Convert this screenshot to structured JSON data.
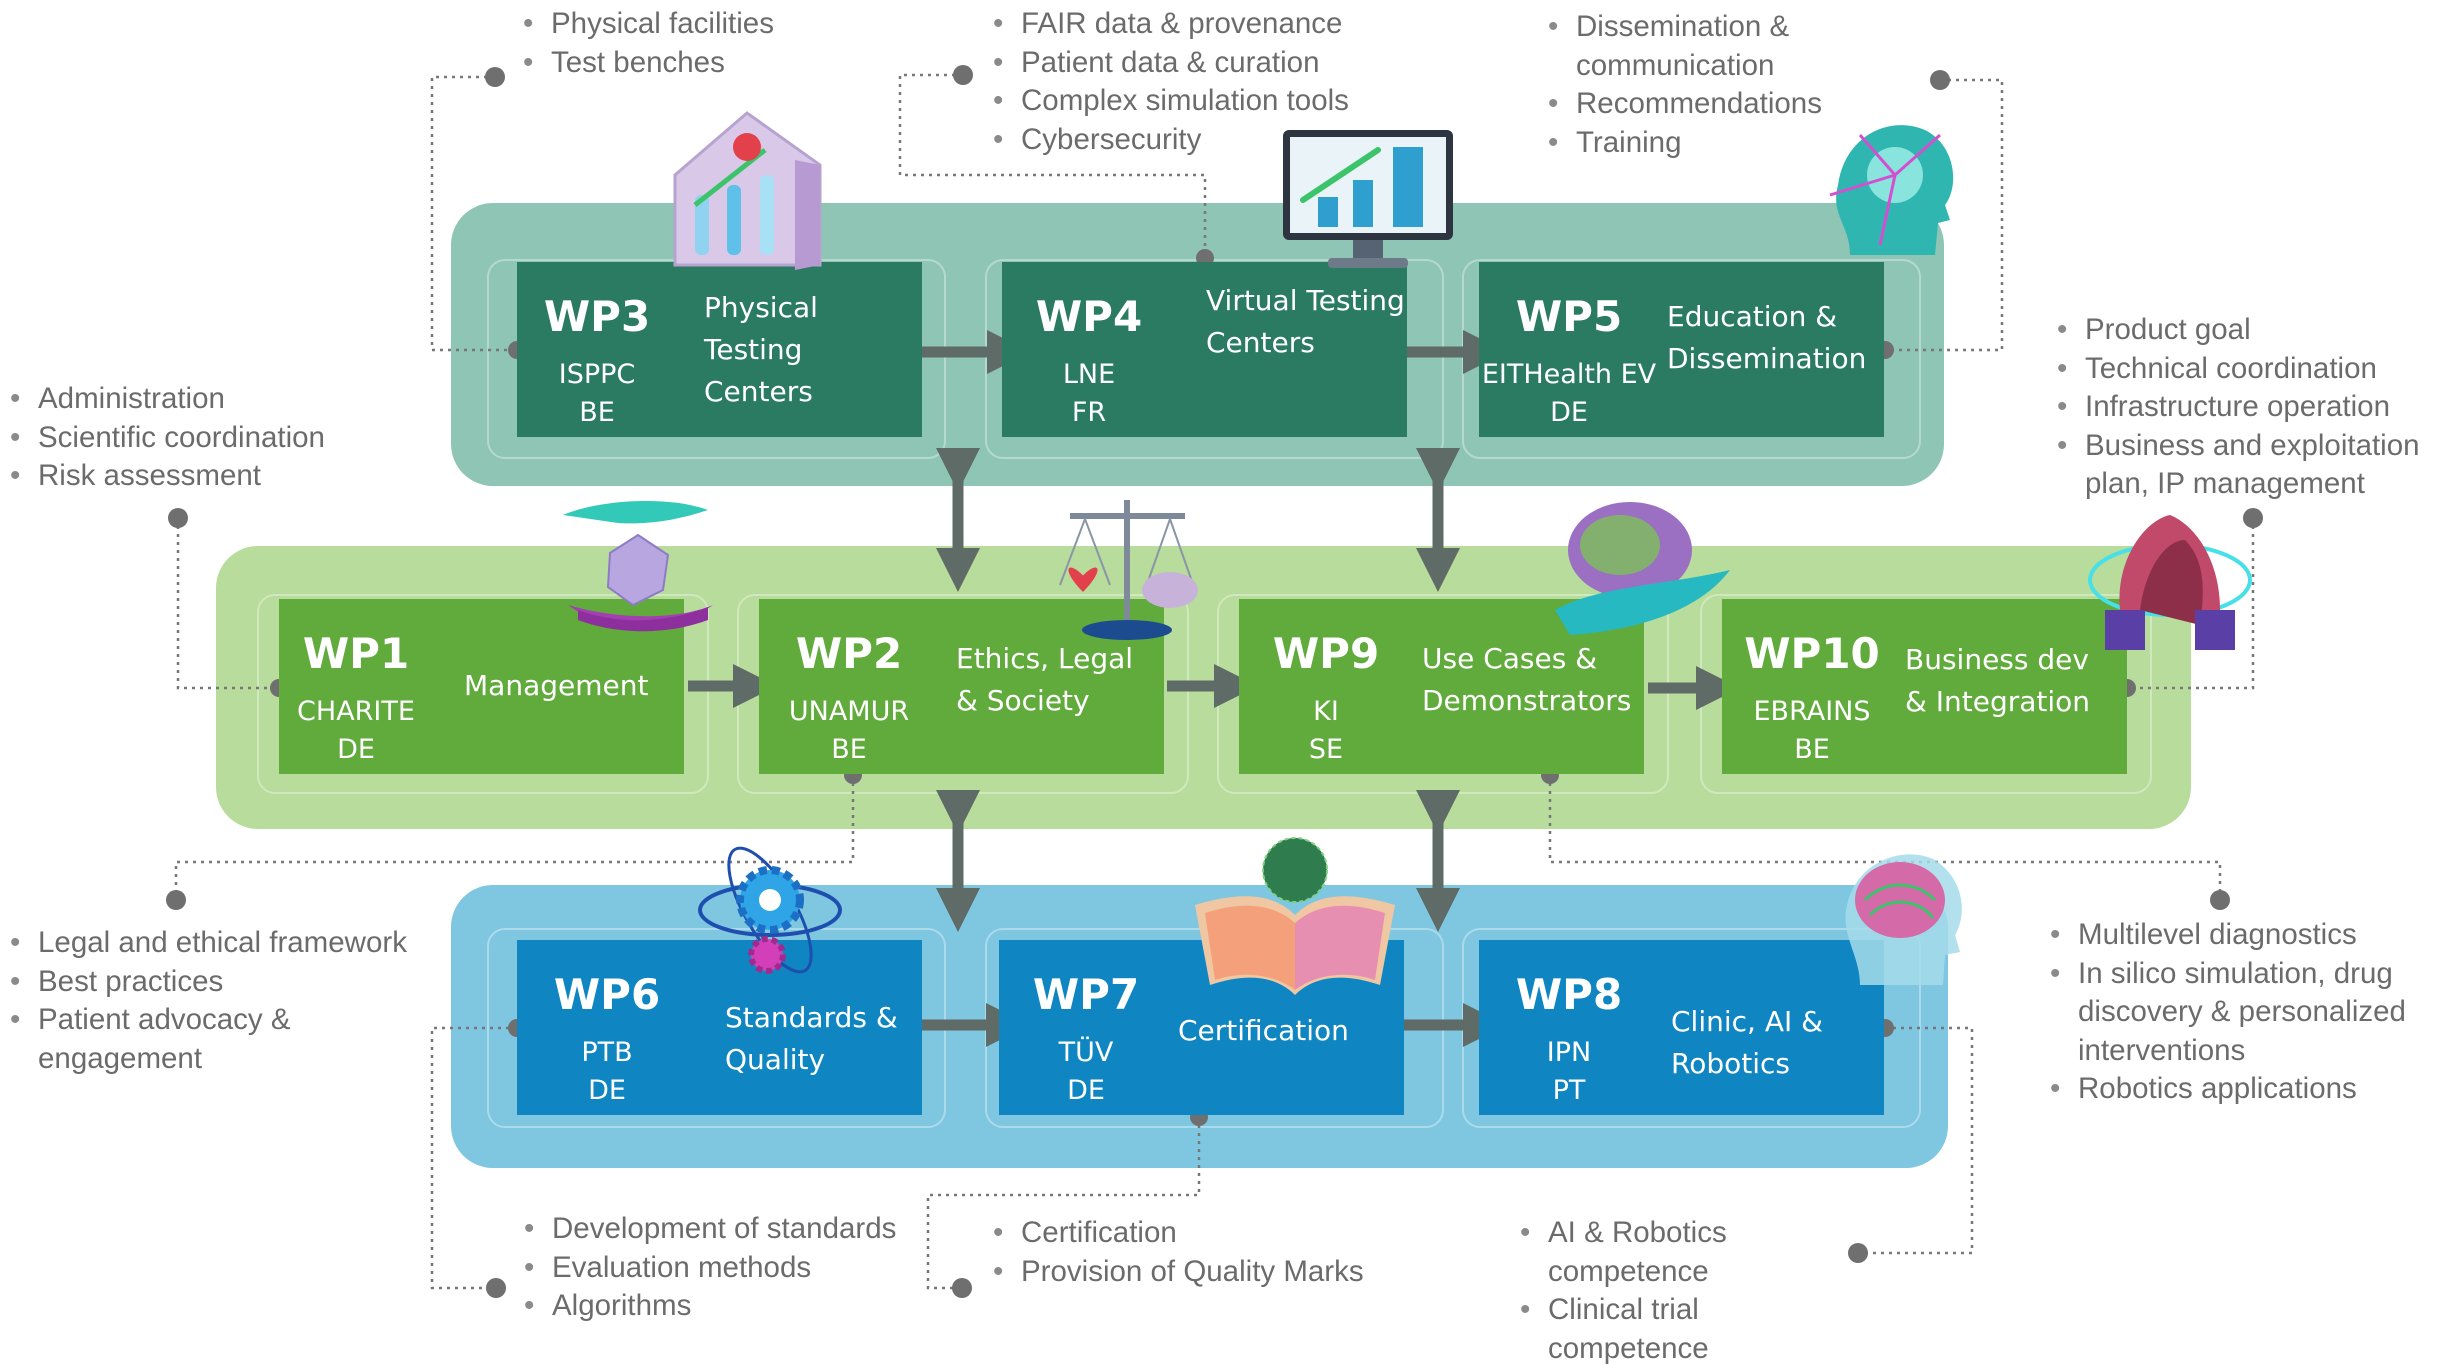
{
  "work_packages": {
    "wp3": {
      "code": "WP3",
      "org": "ISPPC",
      "country": "BE",
      "title_line1": "Physical Testing",
      "title_line2": "Centers"
    },
    "wp4": {
      "code": "WP4",
      "org": "LNE",
      "country": "FR",
      "title_line1": "Virtual Testing",
      "title_line2": "Centers"
    },
    "wp5": {
      "code": "WP5",
      "org": "EITHealth EV",
      "country": "DE",
      "title_line1": "Education &",
      "title_line2": "Dissemination"
    },
    "wp1": {
      "code": "WP1",
      "org": "CHARITE",
      "country": "DE",
      "title_line1": "Management",
      "title_line2": ""
    },
    "wp2": {
      "code": "WP2",
      "org": "UNAMUR",
      "country": "BE",
      "title_line1": "Ethics, Legal",
      "title_line2": "& Society"
    },
    "wp9": {
      "code": "WP9",
      "org": "KI",
      "country": "SE",
      "title_line1": "Use Cases &",
      "title_line2": "Demonstrators"
    },
    "wp10": {
      "code": "WP10",
      "org": "EBRAINS",
      "country": "BE",
      "title_line1": "Business dev",
      "title_line2": "& Integration"
    },
    "wp6": {
      "code": "WP6",
      "org": "PTB",
      "country": "DE",
      "title_line1": "Standards &",
      "title_line2": "Quality"
    },
    "wp7": {
      "code": "WP7",
      "org": "TÜV",
      "country": "DE",
      "title_line1": "Certification",
      "title_line2": ""
    },
    "wp8": {
      "code": "WP8",
      "org": "IPN",
      "country": "PT",
      "title_line1": "Clinic, AI &",
      "title_line2": "Robotics"
    }
  },
  "annotations": {
    "wp3": [
      "Physical facilities",
      "Test benches"
    ],
    "wp4": [
      "FAIR data & provenance",
      "Patient data & curation",
      "Complex simulation tools",
      "Cybersecurity"
    ],
    "wp5": [
      "Dissemination & communication",
      "Recommendations",
      "Training"
    ],
    "wp1": [
      "Administration",
      "Scientific coordination",
      "Risk assessment"
    ],
    "wp10": [
      "Product goal",
      "Technical coordination",
      "Infrastructure operation",
      "Business and exploitation plan, IP management"
    ],
    "wp2": [
      "Legal and ethical framework",
      "Best practices",
      "Patient advocacy & engagement"
    ],
    "wp9": [
      "Multilevel diagnostics",
      "In silico simulation, drug discovery & personalized interventions",
      "Robotics applications"
    ],
    "wp6": [
      "Development of standards",
      "Evaluation methods",
      "Algorithms"
    ],
    "wp7": [
      "Certification",
      "Provision of Quality Marks"
    ],
    "wp8": [
      "AI & Robotics competence",
      "Clinical trial competence"
    ]
  },
  "colors": {
    "top_band": "#8fc5b5",
    "mid_band": "#b7dc9c",
    "bottom_band": "#7fc6e1",
    "teal_box": "#2b7b62",
    "green_box": "#61aa3c",
    "blue_box": "#0f85c2",
    "arrow": "#5f6b66",
    "leader_line": "#777777",
    "bullet_text": "#6b6b6b"
  },
  "icons": [
    "testing-house-icon",
    "monitor-chart-icon",
    "head-network-icon",
    "hand-crystal-icon",
    "scales-justice-icon",
    "brain-hand-icon",
    "handshake-icon",
    "gears-atom-icon",
    "book-globe-icon",
    "brain-head-icon"
  ]
}
